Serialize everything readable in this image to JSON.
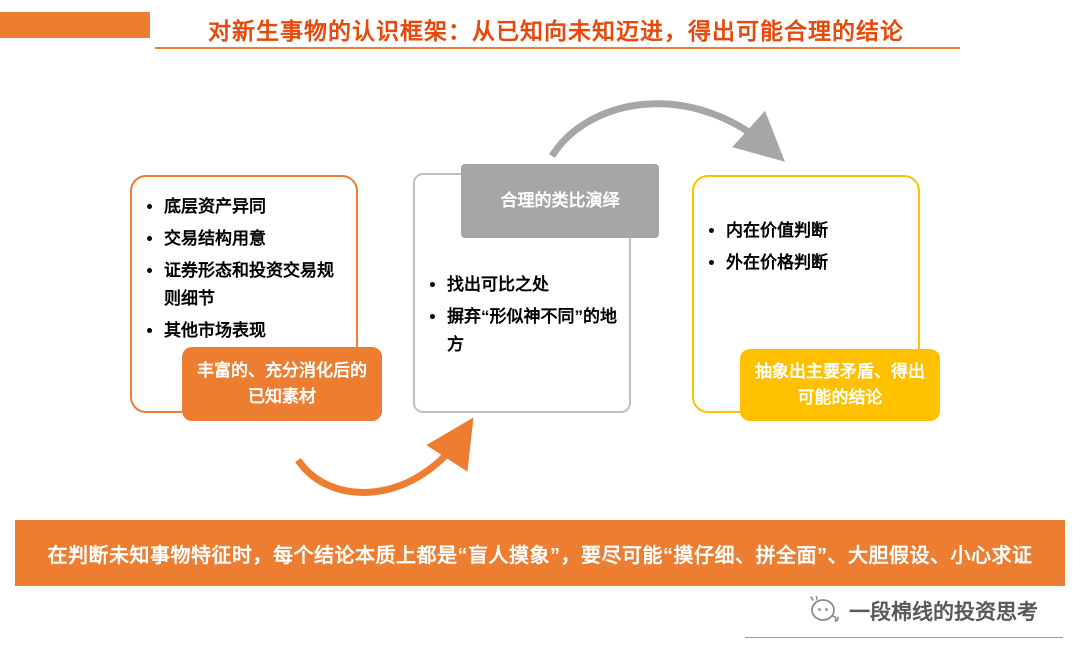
{
  "title": {
    "text": "对新生事物的认识框架：从已知向未知迈进，得出可能合理的结论"
  },
  "colors": {
    "accent_orange": "#ED7D31",
    "title_red_orange": "#E8490B",
    "gray": "#A6A6A6",
    "gold": "#FFC000",
    "text_black": "#000000",
    "watermark_gray": "#595959"
  },
  "boxes": {
    "left": {
      "bullets": [
        "底层资产异同",
        "交易结构用意",
        "证券形态和投资交易规则细节",
        "其他市场表现"
      ],
      "label": "丰富的、充分消化后的已知素材"
    },
    "middle": {
      "top_label": "合理的类比演绎",
      "bullets": [
        "找出可比之处",
        "摒弃“形似神不同”的地方"
      ]
    },
    "right": {
      "bullets": [
        "内在价值判断",
        "外在价格判断"
      ],
      "label": "抽象出主要矛盾、得出可能的结论"
    }
  },
  "footer": {
    "text": "在判断未知事物特征时，每个结论本质上都是“盲人摸象”，要尽可能“摸仔细、拼全面”、大胆假设、小心求证"
  },
  "watermark": {
    "text": "一段棉线的投资思考"
  }
}
